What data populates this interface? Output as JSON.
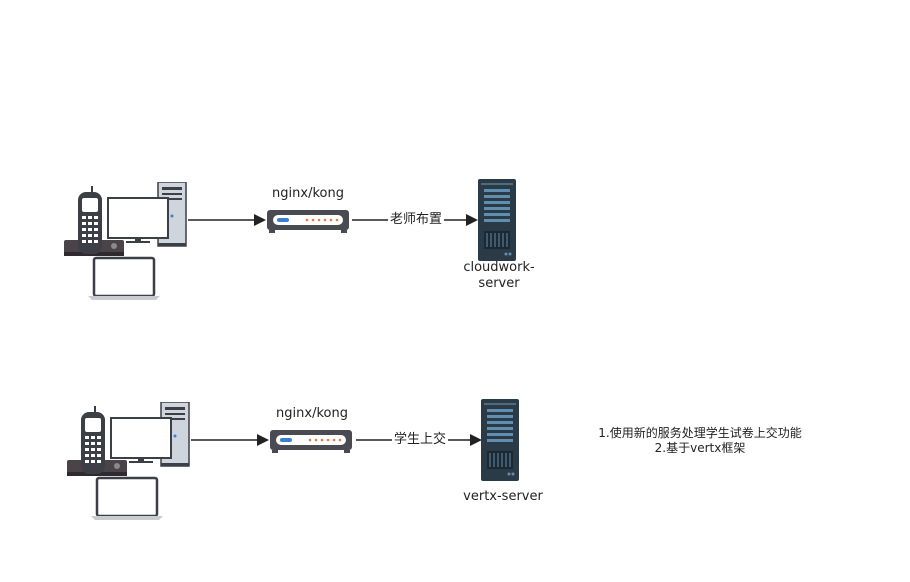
{
  "flows": [
    {
      "proxy_label": "nginx/kong",
      "edge_label": "老师布置",
      "server_label": "cloudwork-server",
      "server_label_lines": [
        "cloudwork-",
        "server"
      ]
    },
    {
      "proxy_label": "nginx/kong",
      "edge_label": "学生上交",
      "server_label": "vertx-server",
      "server_label_lines": [
        "vertx-server"
      ]
    }
  ],
  "note": {
    "line1": "1.使用新的服务处理学生试卷上交功能",
    "line2": "2.基于vertx框架"
  },
  "colors": {
    "server_body": "#2a3a47",
    "server_slot": "#5f8eb0",
    "router_body": "#4a4a52",
    "router_port": "#e07a4a",
    "router_led": "#3a7fd0",
    "arrow": "#222222",
    "device_dark": "#3d3f47",
    "monitor_screen": "#ffffff",
    "tower": "#cfd5dc"
  },
  "icons": [
    "client-devices-icon",
    "router-icon",
    "server-rack-icon",
    "arrow-icon"
  ]
}
